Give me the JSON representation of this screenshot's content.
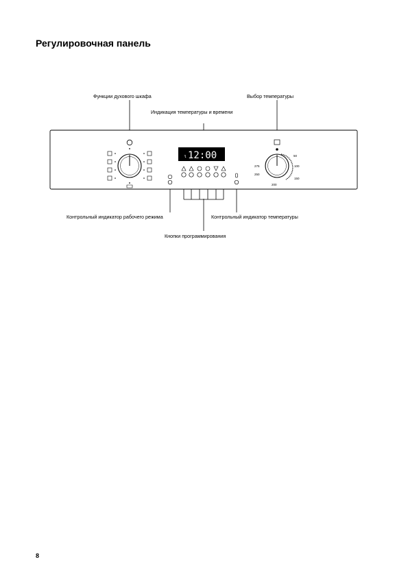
{
  "page": {
    "heading": "Регулировочная панель",
    "page_number": "8"
  },
  "labels": {
    "oven_functions": "Функции духового шкафа",
    "temperature_selector": "Выбор температуры",
    "temp_time_display": "Индикация температуры и времени",
    "operation_indicator": "Контрольный индикатор рабочего режима",
    "temperature_indicator": "Контрольный индикатор температуры",
    "programming_buttons": "Кнопки программирования"
  },
  "display": {
    "value": "12:00"
  },
  "temperature_dial": {
    "scale_labels": [
      "50",
      "100",
      "150",
      "200",
      "250",
      "275"
    ]
  }
}
